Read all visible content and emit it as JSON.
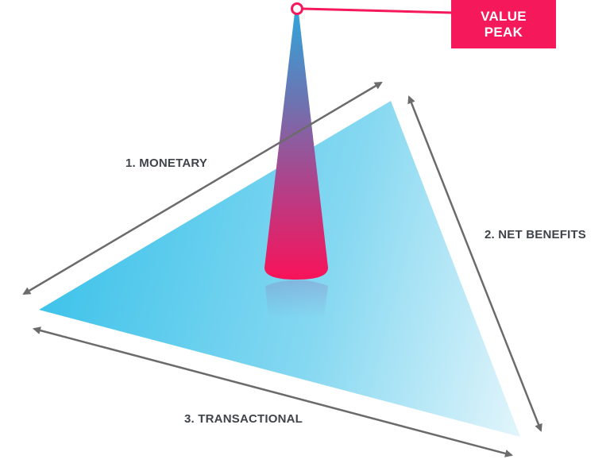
{
  "diagram": {
    "callout": {
      "line1": "VALUE",
      "line2": "PEAK",
      "color": "#f5195b"
    },
    "sides": [
      {
        "label": "1. MONETARY"
      },
      {
        "label": "2. NET BENEFITS"
      },
      {
        "label": "3. TRANSACTIONAL"
      }
    ],
    "colors": {
      "triangle_dark": "#3fc3ea",
      "triangle_light": "#dff3fa",
      "cone_top": "#3aa0d8",
      "cone_mid": "#8a5aa0",
      "cone_bottom": "#f5195b",
      "arrow": "#6b6b6b",
      "label_text": "#3f434a"
    }
  }
}
